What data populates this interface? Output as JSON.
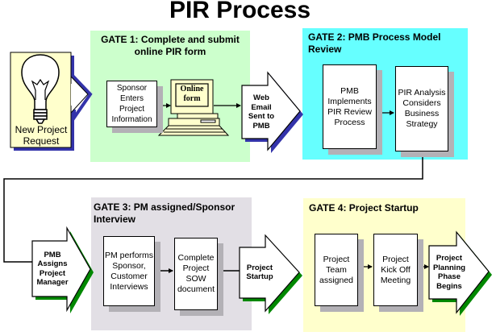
{
  "title": "PIR Process",
  "colors": {
    "gate1_bg": "#ccffcc",
    "gate2_bg": "#66ffff",
    "gate3_bg": "#e2dfe5",
    "gate4_bg": "#ffffcc",
    "request_bg": "#ffffcc",
    "shadow_blue": "#3333aa",
    "shadow_green": "#008800",
    "box_shadow": "#b3b1b6"
  },
  "start": {
    "label": "New Project Request",
    "icon": "lightbulb-icon"
  },
  "gates": [
    {
      "title": "GATE 1: Complete and submit online PIR form",
      "steps": [
        {
          "label": "Sponsor Enters Project Information"
        },
        {
          "label": "Online form",
          "icon": "computer-icon"
        }
      ],
      "exit_arrow": "Web Email Sent to PMB"
    },
    {
      "title": "GATE 2: PMB Process Model Review",
      "steps": [
        {
          "label": "PMB Implements PIR Review Process"
        },
        {
          "label": "PIR Analysis Considers Business Strategy"
        }
      ]
    },
    {
      "title": "GATE 3: PM assigned/Sponsor Interview",
      "entry_arrow": "PMB Assigns Project Manager",
      "steps": [
        {
          "label": "PM performs Sponsor, Customer Interviews"
        },
        {
          "label": "Complete Project SOW document"
        }
      ],
      "exit_arrow": "Project Startup"
    },
    {
      "title": "GATE 4: Project Startup",
      "steps": [
        {
          "label": "Project Team assigned"
        },
        {
          "label": "Project Kick Off Meeting"
        }
      ],
      "exit_arrow": "Project Planning Phase Begins"
    }
  ]
}
